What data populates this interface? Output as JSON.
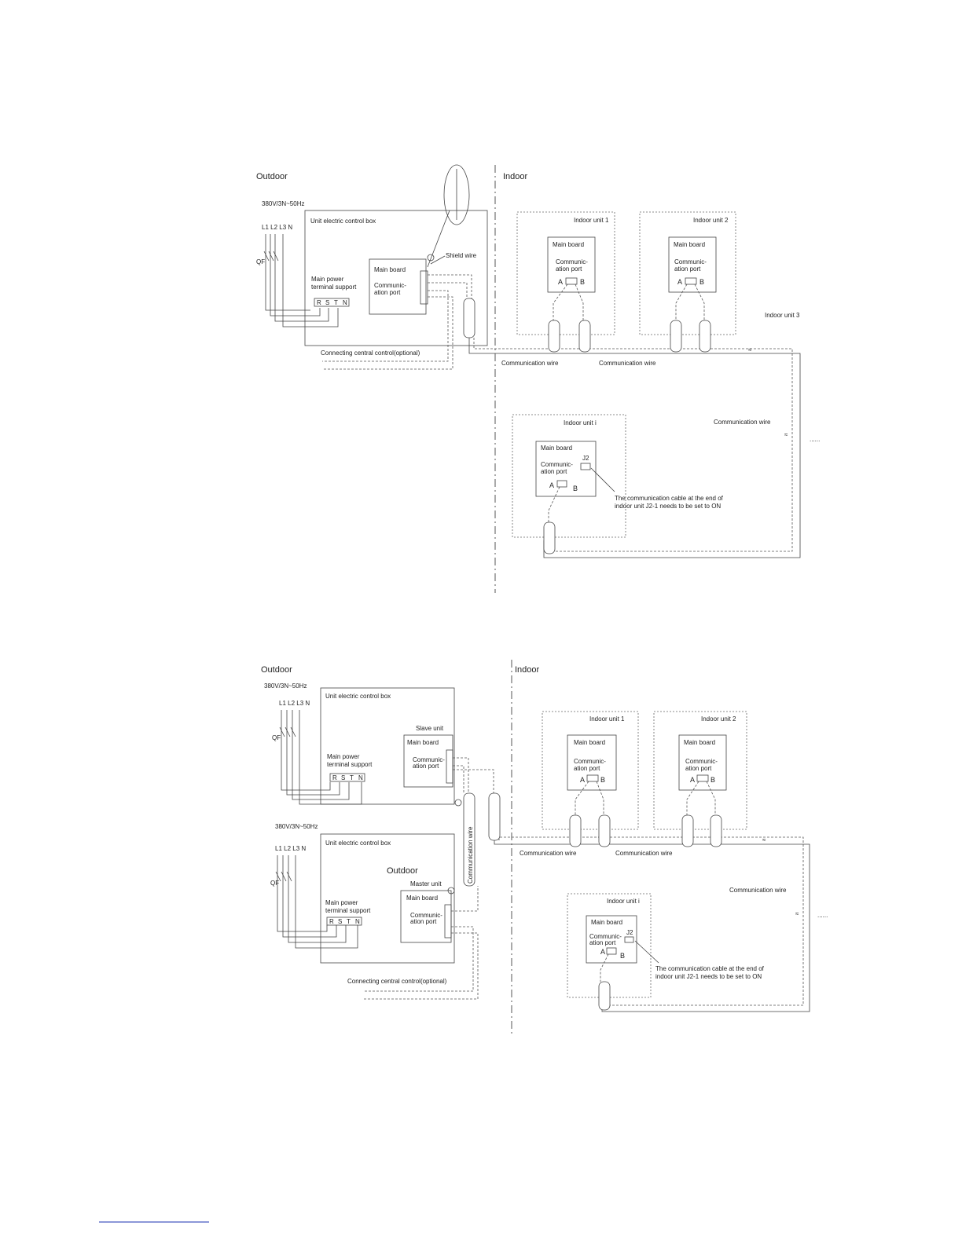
{
  "diagram1": {
    "outdoor": "Outdoor",
    "indoor": "Indoor",
    "power": "380V/3N~50Hz",
    "phases": "L1 L2 L3  N",
    "breaker": "QF",
    "control_box": "Unit electric control box",
    "terminal_support": "Main power\nterminal support",
    "terminals": [
      "R",
      "S",
      "T",
      "N"
    ],
    "main_board": "Main board",
    "comm_port": "Communic-\nation port",
    "shield": "Shield wire",
    "connecting_central": "Connecting central control(optional)",
    "comm_wire": "Communication wire",
    "indoor_unit_1": "Indoor unit 1",
    "indoor_unit_2": "Indoor unit 2",
    "indoor_unit_3": "Indoor unit 3",
    "indoor_unit_i": "Indoor unit i",
    "indoor_main_board": "Main board",
    "indoor_comm_port": "Communic-\nation port",
    "port_a": "A",
    "port_b": "B",
    "j2": "J2",
    "note": "The communication cable at the end of\nindoor unit J2-1 needs to be set to ON",
    "dots": "......"
  },
  "diagram2": {
    "outdoor": "Outdoor",
    "indoor": "Indoor",
    "power_top": "380V/3N~50Hz",
    "power_bottom": "380V/3N~50Hz",
    "phases": "L1 L2 L3  N",
    "breaker": "QF",
    "control_box": "Unit electric control box",
    "terminal_support": "Main power\nterminal support",
    "terminals": [
      "R",
      "S",
      "T",
      "N"
    ],
    "slave_unit": "Slave unit",
    "master_unit": "Master unit",
    "outdoor_label": "Outdoor",
    "main_board": "Main board",
    "comm_port": "Communic-\nation port",
    "comm_wire_vertical": "Communication wire",
    "connecting_central": "Connecting central control(optional)",
    "comm_wire": "Communication wire",
    "indoor_unit_1": "Indoor unit 1",
    "indoor_unit_2": "Indoor unit 2",
    "indoor_unit_i": "Indoor unit i",
    "indoor_main_board": "Main board",
    "indoor_comm_port": "Communic-\nation port",
    "port_a": "A",
    "port_b": "B",
    "j2": "J2",
    "note": "The communication cable at the end of\nindoor unit J2-1 needs to be set to ON",
    "dots": "......"
  }
}
